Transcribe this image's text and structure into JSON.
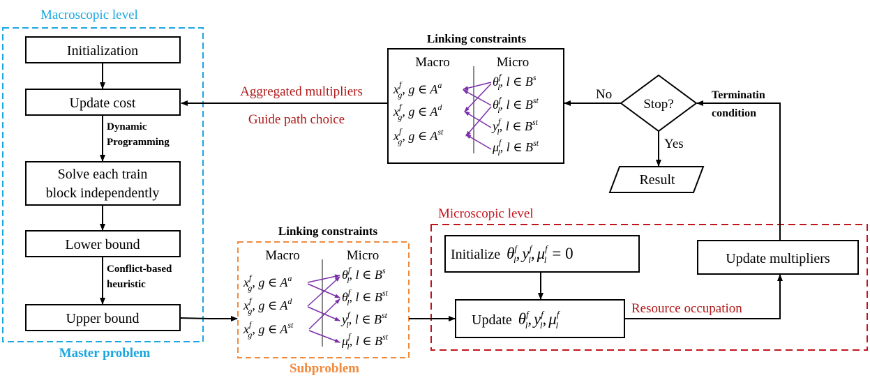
{
  "colors": {
    "macro_border": "#1aa6e0",
    "micro_border": "#c0141d",
    "sub_border": "#f08a3c",
    "arrow_purple": "#7a2fa8",
    "dark_red_text": "#b01818",
    "title_blue": "#1aa6e0",
    "title_orange": "#f08a3c"
  },
  "macro": {
    "level_title": "Macroscopic level",
    "panel_title": "Master problem",
    "boxes": {
      "init": "Initialization",
      "update_cost": "Update cost",
      "solve_line1": "Solve each train",
      "solve_line2": "block independently",
      "lower_bound": "Lower bound",
      "upper_bound": "Upper bound"
    },
    "edge_labels": {
      "dp_line1": "Dynamic",
      "dp_line2": "Programming",
      "cb_line1": "Conflict-based",
      "cb_line2": "heuristic"
    }
  },
  "linking_top": {
    "title": "Linking constraints",
    "col_macro": "Macro",
    "col_micro": "Micro"
  },
  "linking_bottom": {
    "title": "Linking constraints",
    "col_macro": "Macro",
    "col_micro": "Micro",
    "panel_title": "Subproblem"
  },
  "math": {
    "x_var": "x",
    "sup_f": "f",
    "sub_g": "g",
    "sub_l": "l",
    "g_in_A": ", g ∈ A",
    "l_in_B": ", l ∈ B",
    "sup_a": "a",
    "sup_d": "d",
    "sup_st": "st",
    "sup_s": "s",
    "theta": "θ",
    "y": "y",
    "mu": "μ",
    "comma": ",",
    "equals_zero": "= 0"
  },
  "edges": {
    "aggregated": "Aggregated multipliers",
    "guide": "Guide path choice",
    "no": "No",
    "yes": "Yes",
    "termination_line1": "Terminatin",
    "termination_line2": "condition",
    "resource": "Resource occupation"
  },
  "decision": {
    "stop": "Stop?",
    "result": "Result"
  },
  "micro": {
    "level_title": "Microscopic level",
    "initialize_prefix": "Initialize",
    "update_prefix": "Update",
    "update_multipliers": "Update multipliers"
  }
}
